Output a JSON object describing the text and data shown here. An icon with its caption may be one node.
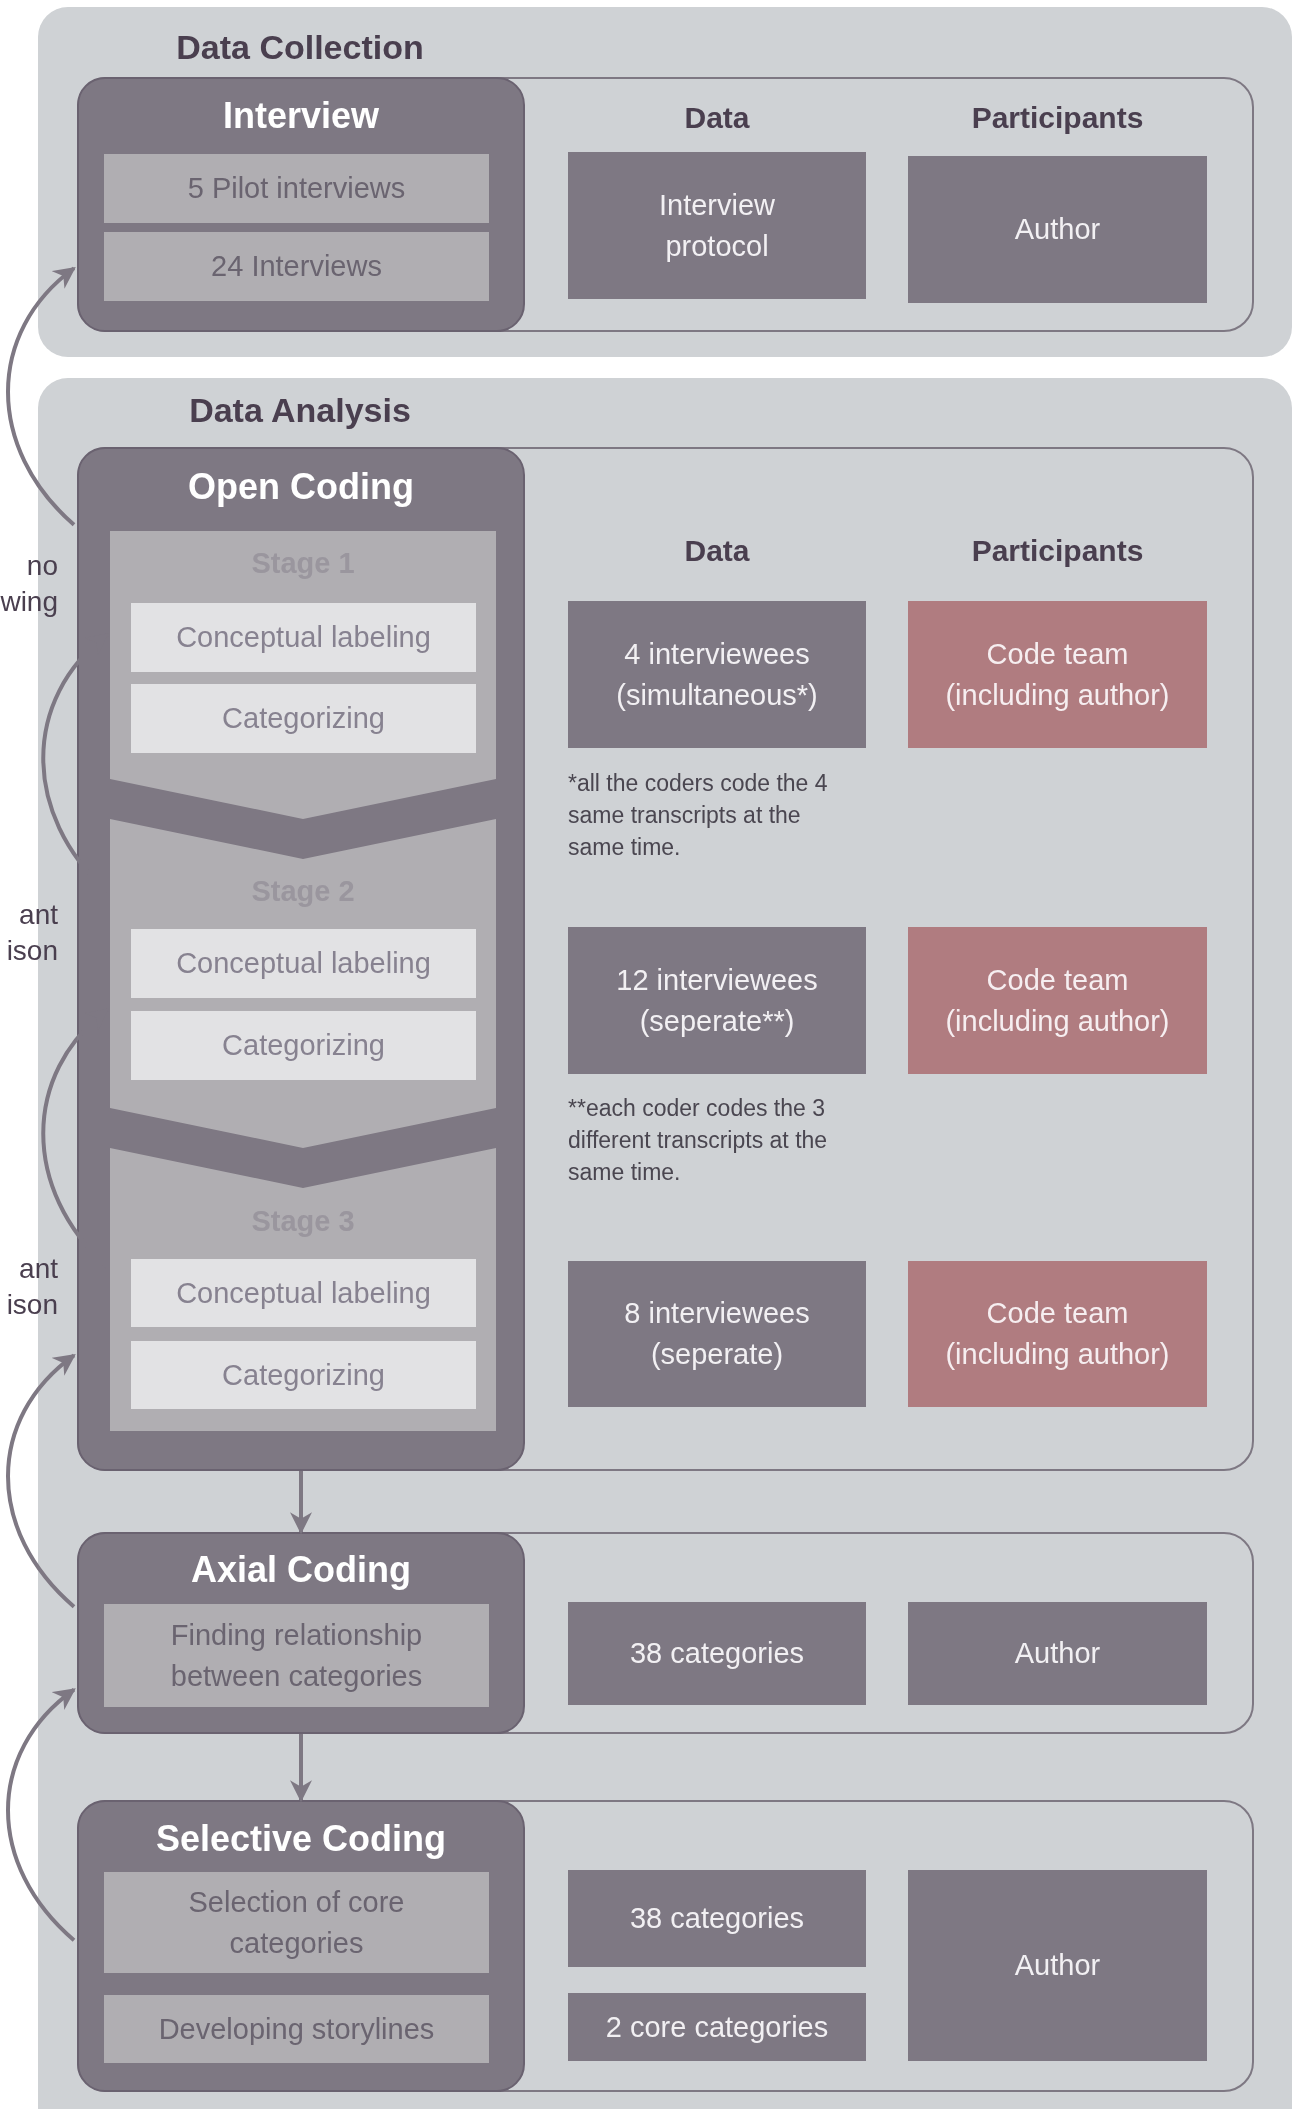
{
  "diagram": {
    "nodes": [
      {
        "text": [
          "Data Collection"
        ]
      },
      {
        "text": [
          "Interview"
        ],
        "in": 0
      },
      {
        "text": [
          "5 Pilot interviews"
        ],
        "in": 1
      },
      {
        "text": [
          "24 Interviews"
        ],
        "in": 1
      },
      {
        "text": [
          "Interview protocol"
        ],
        "in": 0
      },
      {
        "text": [
          "Author"
        ],
        "in": 0
      },
      {
        "text": [
          "Data Analysis"
        ]
      },
      {
        "text": [
          "Open Coding"
        ],
        "in": 6
      },
      {
        "text": [
          "Stage 1"
        ],
        "in": 7
      },
      {
        "text": [
          "Conceptual labeling"
        ],
        "in": 8
      },
      {
        "text": [
          "Categorizing"
        ],
        "in": 8
      },
      {
        "text": [
          "Stage 2"
        ],
        "in": 7
      },
      {
        "text": [
          "Conceptual labeling"
        ],
        "in": 11
      },
      {
        "text": [
          "Categorizing"
        ],
        "in": 11
      },
      {
        "text": [
          "Stage 3"
        ],
        "in": 7
      },
      {
        "text": [
          "Conceptual labeling"
        ],
        "in": 14
      },
      {
        "text": [
          "Categorizing"
        ],
        "in": 14
      },
      {
        "text": [
          "4 interviewees (simultaneous*)"
        ],
        "in": 6,
        "beside": [
          "*all the coders code the 4 same transcripts at the same time."
        ]
      },
      {
        "text": [
          "Code team (including author)"
        ],
        "in": 6
      },
      {
        "text": [
          "12 interviewees (seperate**)"
        ],
        "in": 6,
        "beside": [
          "**each coder codes the 3 different transcripts at the same time."
        ]
      },
      {
        "text": [
          "Code team (including author)"
        ],
        "in": 6
      },
      {
        "text": [
          "8 interviewees (seperate)"
        ],
        "in": 6
      },
      {
        "text": [
          "Code team (including author)"
        ],
        "in": 6
      },
      {
        "text": [
          "Axial Coding"
        ],
        "in": 6
      },
      {
        "text": [
          "Finding relationship between categories"
        ],
        "in": 23
      },
      {
        "text": [
          "38 categories"
        ],
        "in": 6
      },
      {
        "text": [
          "Author"
        ],
        "in": 6
      },
      {
        "text": [
          "Selective Coding"
        ],
        "in": 6
      },
      {
        "text": [
          "Selection of core categories"
        ],
        "in": 27
      },
      {
        "text": [
          "Developing storylines"
        ],
        "in": 27
      },
      {
        "text": [
          "38 categories"
        ],
        "in": 6
      },
      {
        "text": [
          "2 core categories"
        ],
        "in": 6
      },
      {
        "text": [
          "Author"
        ],
        "in": 6
      }
    ],
    "edges": [
      {
        "from": 7,
        "to": 1,
        "arrow": "to"
      },
      {
        "from": 11,
        "to": 8,
        "arrow": "to"
      },
      {
        "from": 14,
        "to": 11,
        "arrow": "to"
      },
      {
        "from": 23,
        "to": 7,
        "arrow": "to"
      },
      {
        "from": 27,
        "to": 23,
        "arrow": "to"
      },
      {
        "from": 7,
        "to": 23,
        "arrow": "to"
      },
      {
        "from": 23,
        "to": 27,
        "arrow": "to"
      }
    ],
    "labels": [
      "Data",
      "Participants",
      "no wing",
      "Data",
      "Participants",
      "ant ison",
      "ant ison"
    ]
  }
}
